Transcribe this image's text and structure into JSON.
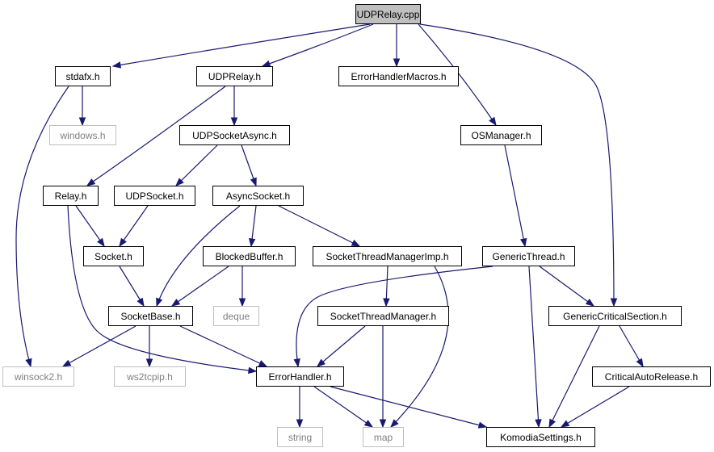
{
  "diagram": {
    "colors": {
      "edge": "#191970",
      "root_fill": "#bfbfbf",
      "system_border": "#bfbfbf",
      "system_text": "#7f7f7f"
    },
    "nodes": [
      {
        "id": "n-udprelay-cpp",
        "label": "UDPRelay.cpp",
        "kind": "root"
      },
      {
        "id": "n-stdafx-h",
        "label": "stdafx.h",
        "kind": "header"
      },
      {
        "id": "n-udprelay-h",
        "label": "UDPRelay.h",
        "kind": "header"
      },
      {
        "id": "n-errorhandlermacros-h",
        "label": "ErrorHandlerMacros.h",
        "kind": "header"
      },
      {
        "id": "n-windows-h",
        "label": "windows.h",
        "kind": "system"
      },
      {
        "id": "n-udpsocketasync-h",
        "label": "UDPSocketAsync.h",
        "kind": "header"
      },
      {
        "id": "n-osmanager-h",
        "label": "OSManager.h",
        "kind": "header"
      },
      {
        "id": "n-relay-h",
        "label": "Relay.h",
        "kind": "header"
      },
      {
        "id": "n-udpsocket-h",
        "label": "UDPSocket.h",
        "kind": "header"
      },
      {
        "id": "n-asyncsocket-h",
        "label": "AsyncSocket.h",
        "kind": "header"
      },
      {
        "id": "n-socket-h",
        "label": "Socket.h",
        "kind": "header"
      },
      {
        "id": "n-blockedbuffer-h",
        "label": "BlockedBuffer.h",
        "kind": "header"
      },
      {
        "id": "n-socketthreadmanagerimp-h",
        "label": "SocketThreadManagerImp.h",
        "kind": "header"
      },
      {
        "id": "n-genericthread-h",
        "label": "GenericThread.h",
        "kind": "header"
      },
      {
        "id": "n-socketbase-h",
        "label": "SocketBase.h",
        "kind": "header"
      },
      {
        "id": "n-deque",
        "label": "deque",
        "kind": "system"
      },
      {
        "id": "n-socketthreadmanager-h",
        "label": "SocketThreadManager.h",
        "kind": "header"
      },
      {
        "id": "n-genericcriticalsection-h",
        "label": "GenericCriticalSection.h",
        "kind": "header"
      },
      {
        "id": "n-winsock2-h",
        "label": "winsock2.h",
        "kind": "system"
      },
      {
        "id": "n-ws2tcpip-h",
        "label": "ws2tcpip.h",
        "kind": "system"
      },
      {
        "id": "n-errorhandler-h",
        "label": "ErrorHandler.h",
        "kind": "header"
      },
      {
        "id": "n-criticalautorelease-h",
        "label": "CriticalAutoRelease.h",
        "kind": "header"
      },
      {
        "id": "n-string",
        "label": "string",
        "kind": "system"
      },
      {
        "id": "n-map",
        "label": "map",
        "kind": "system"
      },
      {
        "id": "n-komodiasettings-h",
        "label": "KomodiaSettings.h",
        "kind": "header"
      }
    ],
    "edges": [
      {
        "from": "n-udprelay-cpp",
        "to": "n-stdafx-h"
      },
      {
        "from": "n-udprelay-cpp",
        "to": "n-udprelay-h"
      },
      {
        "from": "n-udprelay-cpp",
        "to": "n-errorhandlermacros-h"
      },
      {
        "from": "n-udprelay-cpp",
        "to": "n-osmanager-h"
      },
      {
        "from": "n-udprelay-cpp",
        "to": "n-genericcriticalsection-h"
      },
      {
        "from": "n-stdafx-h",
        "to": "n-windows-h"
      },
      {
        "from": "n-stdafx-h",
        "to": "n-winsock2-h"
      },
      {
        "from": "n-udprelay-h",
        "to": "n-relay-h"
      },
      {
        "from": "n-udprelay-h",
        "to": "n-udpsocketasync-h"
      },
      {
        "from": "n-udpsocketasync-h",
        "to": "n-udpsocket-h"
      },
      {
        "from": "n-udpsocketasync-h",
        "to": "n-asyncsocket-h"
      },
      {
        "from": "n-relay-h",
        "to": "n-socket-h"
      },
      {
        "from": "n-relay-h",
        "to": "n-errorhandler-h"
      },
      {
        "from": "n-udpsocket-h",
        "to": "n-socket-h"
      },
      {
        "from": "n-socket-h",
        "to": "n-socketbase-h"
      },
      {
        "from": "n-asyncsocket-h",
        "to": "n-socketbase-h"
      },
      {
        "from": "n-asyncsocket-h",
        "to": "n-blockedbuffer-h"
      },
      {
        "from": "n-asyncsocket-h",
        "to": "n-socketthreadmanagerimp-h"
      },
      {
        "from": "n-blockedbuffer-h",
        "to": "n-socketbase-h"
      },
      {
        "from": "n-blockedbuffer-h",
        "to": "n-deque"
      },
      {
        "from": "n-socketthreadmanagerimp-h",
        "to": "n-socketthreadmanager-h"
      },
      {
        "from": "n-socketthreadmanagerimp-h",
        "to": "n-map"
      },
      {
        "from": "n-osmanager-h",
        "to": "n-genericthread-h"
      },
      {
        "from": "n-genericthread-h",
        "to": "n-genericcriticalsection-h"
      },
      {
        "from": "n-genericthread-h",
        "to": "n-errorhandler-h"
      },
      {
        "from": "n-genericthread-h",
        "to": "n-komodiasettings-h"
      },
      {
        "from": "n-socketbase-h",
        "to": "n-winsock2-h"
      },
      {
        "from": "n-socketbase-h",
        "to": "n-ws2tcpip-h"
      },
      {
        "from": "n-socketbase-h",
        "to": "n-errorhandler-h"
      },
      {
        "from": "n-socketthreadmanager-h",
        "to": "n-errorhandler-h"
      },
      {
        "from": "n-socketthreadmanager-h",
        "to": "n-map"
      },
      {
        "from": "n-genericcriticalsection-h",
        "to": "n-criticalautorelease-h"
      },
      {
        "from": "n-genericcriticalsection-h",
        "to": "n-komodiasettings-h"
      },
      {
        "from": "n-criticalautorelease-h",
        "to": "n-komodiasettings-h"
      },
      {
        "from": "n-errorhandler-h",
        "to": "n-string"
      },
      {
        "from": "n-errorhandler-h",
        "to": "n-map"
      },
      {
        "from": "n-errorhandler-h",
        "to": "n-komodiasettings-h"
      }
    ]
  }
}
